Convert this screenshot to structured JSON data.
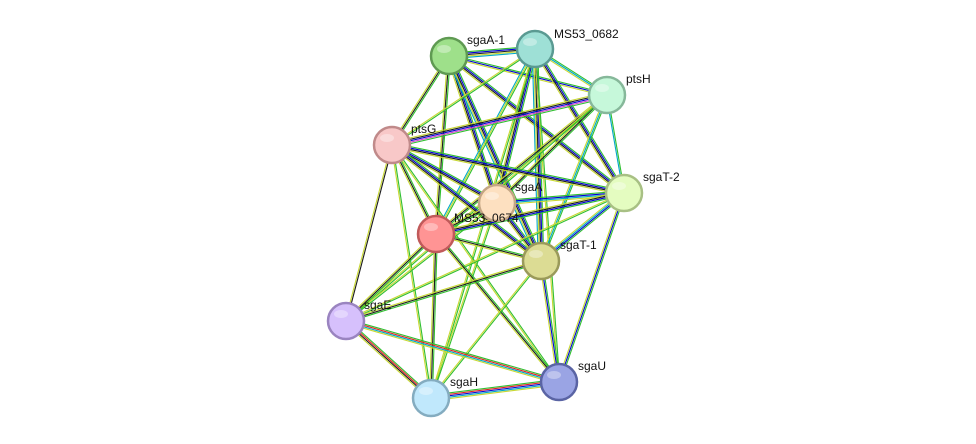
{
  "nodes": [
    {
      "id": "sgaA-1",
      "label": "sgaA-1",
      "color": "#9ee08a",
      "stroke": "#5f9a52"
    },
    {
      "id": "MS53_0682",
      "label": "MS53_0682",
      "color": "#9ee0d6",
      "stroke": "#5a9a92"
    },
    {
      "id": "ptsH",
      "label": "ptsH",
      "color": "#c6f8da",
      "stroke": "#86b89a"
    },
    {
      "id": "ptsG",
      "label": "ptsG",
      "color": "#f8c8c8",
      "stroke": "#c08a8a"
    },
    {
      "id": "sgaA",
      "label": "sgaA",
      "color": "#fde0c0",
      "stroke": "#c4a684"
    },
    {
      "id": "sgaT-2",
      "label": "sgaT-2",
      "color": "#e4fcc0",
      "stroke": "#a8c084"
    },
    {
      "id": "MS53_0674",
      "label": "MS53_0674",
      "color": "#ff9494",
      "stroke": "#c05a5a"
    },
    {
      "id": "sgaT-1",
      "label": "sgaT-1",
      "color": "#dcdc94",
      "stroke": "#9a9a5a"
    },
    {
      "id": "sgaE",
      "label": "sgaE",
      "color": "#d6c0fc",
      "stroke": "#9a84c0"
    },
    {
      "id": "sgaU",
      "label": "sgaU",
      "color": "#9aa4e4",
      "stroke": "#5a64a4"
    },
    {
      "id": "sgaH",
      "label": "sgaH",
      "color": "#c0e8fc",
      "stroke": "#84acc0"
    }
  ],
  "edges": [
    {
      "source": "sgaA-1",
      "target": "MS53_0682",
      "colors": [
        "#2fbf2f",
        "#0000d0",
        "#1a1a1a",
        "#c8d832",
        "#00a8c8"
      ]
    },
    {
      "source": "sgaA-1",
      "target": "ptsH",
      "colors": [
        "#2fbf2f",
        "#0000d0",
        "#c8d832"
      ]
    },
    {
      "source": "sgaA-1",
      "target": "ptsG",
      "colors": [
        "#2fbf2f",
        "#1a1a1a",
        "#c8d832"
      ]
    },
    {
      "source": "sgaA-1",
      "target": "sgaA",
      "colors": [
        "#2fbf2f",
        "#0000d0",
        "#1a1a1a",
        "#c8d832"
      ]
    },
    {
      "source": "sgaA-1",
      "target": "sgaT-2",
      "colors": [
        "#2fbf2f",
        "#0000d0",
        "#1a1a1a",
        "#c8d832"
      ]
    },
    {
      "source": "sgaA-1",
      "target": "MS53_0674",
      "colors": [
        "#2fbf2f",
        "#1a1a1a",
        "#c8d832"
      ]
    },
    {
      "source": "sgaA-1",
      "target": "sgaT-1",
      "colors": [
        "#2fbf2f",
        "#0000d0",
        "#1a1a1a",
        "#c8d832",
        "#00a8c8"
      ]
    },
    {
      "source": "MS53_0682",
      "target": "ptsH",
      "colors": [
        "#2fbf2f",
        "#00a8c8",
        "#c8d832"
      ]
    },
    {
      "source": "MS53_0682",
      "target": "ptsG",
      "colors": [
        "#2fbf2f",
        "#c8d832"
      ]
    },
    {
      "source": "MS53_0682",
      "target": "sgaA",
      "colors": [
        "#2fbf2f",
        "#0000d0",
        "#1a1a1a",
        "#c8d832"
      ]
    },
    {
      "source": "MS53_0682",
      "target": "sgaT-2",
      "colors": [
        "#2fbf2f",
        "#0000d0",
        "#1a1a1a",
        "#c8d832"
      ]
    },
    {
      "source": "MS53_0682",
      "target": "MS53_0674",
      "colors": [
        "#2fbf2f",
        "#c8d832",
        "#00a8c8"
      ]
    },
    {
      "source": "MS53_0682",
      "target": "sgaT-1",
      "colors": [
        "#2fbf2f",
        "#0000d0",
        "#1a1a1a",
        "#c8d832",
        "#00a8c8"
      ]
    },
    {
      "source": "MS53_0682",
      "target": "sgaU",
      "colors": [
        "#2fbf2f",
        "#c8d832"
      ]
    },
    {
      "source": "MS53_0682",
      "target": "sgaH",
      "colors": [
        "#2fbf2f",
        "#c8d832"
      ]
    },
    {
      "source": "ptsH",
      "target": "ptsG",
      "colors": [
        "#2fbf2f",
        "#d040d0",
        "#0000d0",
        "#1a1a1a",
        "#c8d832"
      ]
    },
    {
      "source": "ptsH",
      "target": "sgaA",
      "colors": [
        "#2fbf2f",
        "#1a1a1a",
        "#c8d832"
      ]
    },
    {
      "source": "ptsH",
      "target": "sgaT-2",
      "colors": [
        "#2fbf2f",
        "#00a8c8"
      ]
    },
    {
      "source": "ptsH",
      "target": "MS53_0674",
      "colors": [
        "#2fbf2f",
        "#1a1a1a",
        "#c8d832"
      ]
    },
    {
      "source": "ptsH",
      "target": "sgaT-1",
      "colors": [
        "#2fbf2f",
        "#00a8c8",
        "#c8d832"
      ]
    },
    {
      "source": "ptsH",
      "target": "sgaE",
      "colors": [
        "#2fbf2f",
        "#c8d832"
      ]
    },
    {
      "source": "ptsG",
      "target": "sgaA",
      "colors": [
        "#2fbf2f",
        "#0000d0",
        "#1a1a1a",
        "#c8d832"
      ]
    },
    {
      "source": "ptsG",
      "target": "sgaT-2",
      "colors": [
        "#2fbf2f",
        "#0000d0",
        "#1a1a1a",
        "#c8d832"
      ]
    },
    {
      "source": "ptsG",
      "target": "MS53_0674",
      "colors": [
        "#2fbf2f",
        "#1a1a1a",
        "#c8d832"
      ]
    },
    {
      "source": "ptsG",
      "target": "sgaT-1",
      "colors": [
        "#2fbf2f",
        "#0000d0",
        "#1a1a1a",
        "#c8d832"
      ]
    },
    {
      "source": "ptsG",
      "target": "sgaE",
      "colors": [
        "#1a1a1a",
        "#c8d832"
      ]
    },
    {
      "source": "ptsG",
      "target": "sgaU",
      "colors": [
        "#2fbf2f",
        "#c8d832"
      ]
    },
    {
      "source": "ptsG",
      "target": "sgaH",
      "colors": [
        "#2fbf2f",
        "#c8d832"
      ]
    },
    {
      "source": "sgaA",
      "target": "sgaT-2",
      "colors": [
        "#2fbf2f",
        "#0000d0",
        "#00a8c8",
        "#c8d832"
      ]
    },
    {
      "source": "sgaA",
      "target": "MS53_0674",
      "colors": [
        "#2fbf2f",
        "#1a1a1a",
        "#c8d832"
      ]
    },
    {
      "source": "sgaA",
      "target": "sgaT-1",
      "colors": [
        "#2fbf2f",
        "#0000d0",
        "#1a1a1a",
        "#c8d832"
      ]
    },
    {
      "source": "sgaA",
      "target": "sgaE",
      "colors": [
        "#2fbf2f",
        "#c8d832"
      ]
    },
    {
      "source": "sgaA",
      "target": "sgaH",
      "colors": [
        "#2fbf2f",
        "#c8d832"
      ]
    },
    {
      "source": "sgaT-2",
      "target": "MS53_0674",
      "colors": [
        "#2fbf2f",
        "#0000d0",
        "#1a1a1a",
        "#c8d832"
      ]
    },
    {
      "source": "sgaT-2",
      "target": "sgaT-1",
      "colors": [
        "#2fbf2f",
        "#0000d0",
        "#00a8c8",
        "#c8d832"
      ]
    },
    {
      "source": "sgaT-2",
      "target": "sgaU",
      "colors": [
        "#2fbf2f",
        "#0000d0",
        "#c8d832"
      ]
    },
    {
      "source": "sgaT-2",
      "target": "sgaE",
      "colors": [
        "#2fbf2f",
        "#c8d832"
      ]
    },
    {
      "source": "MS53_0674",
      "target": "sgaT-1",
      "colors": [
        "#2fbf2f",
        "#1a1a1a",
        "#c8d832"
      ]
    },
    {
      "source": "MS53_0674",
      "target": "sgaE",
      "colors": [
        "#2fbf2f",
        "#1a1a1a",
        "#c8d832"
      ]
    },
    {
      "source": "MS53_0674",
      "target": "sgaU",
      "colors": [
        "#2fbf2f",
        "#1a1a1a",
        "#c8d832"
      ]
    },
    {
      "source": "MS53_0674",
      "target": "sgaH",
      "colors": [
        "#2fbf2f",
        "#1a1a1a",
        "#c8d832"
      ]
    },
    {
      "source": "sgaT-1",
      "target": "sgaE",
      "colors": [
        "#2fbf2f",
        "#1a1a1a",
        "#c8d832"
      ]
    },
    {
      "source": "sgaT-1",
      "target": "sgaU",
      "colors": [
        "#2fbf2f",
        "#0000d0",
        "#c8d832"
      ]
    },
    {
      "source": "sgaT-1",
      "target": "sgaH",
      "colors": [
        "#2fbf2f",
        "#c8d832"
      ]
    },
    {
      "source": "sgaE",
      "target": "sgaH",
      "colors": [
        "#2fbf2f",
        "#e02020",
        "#1a1a1a",
        "#c8d832"
      ]
    },
    {
      "source": "sgaE",
      "target": "sgaU",
      "colors": [
        "#2fbf2f",
        "#e02020",
        "#00a8c8",
        "#c8d832"
      ]
    },
    {
      "source": "sgaH",
      "target": "sgaU",
      "colors": [
        "#2fbf2f",
        "#e02020",
        "#0000d0",
        "#00a8c8",
        "#c8d832"
      ]
    }
  ]
}
